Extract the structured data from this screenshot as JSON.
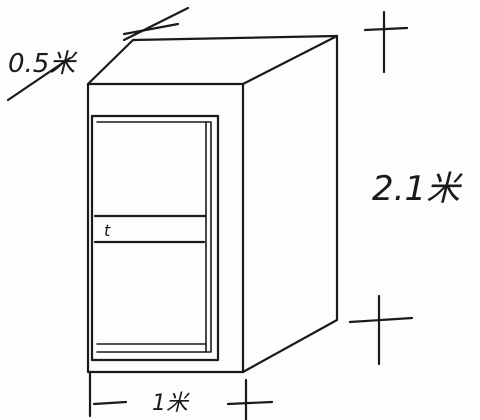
{
  "dimensions": {
    "depth_label": "0.5米",
    "height_label": "2.1米",
    "width_label": "1米"
  },
  "cabinet": {
    "shelf_mark": "t"
  },
  "colors": {
    "ink": "#1a1a1a",
    "paper": "#fdfdfd"
  }
}
